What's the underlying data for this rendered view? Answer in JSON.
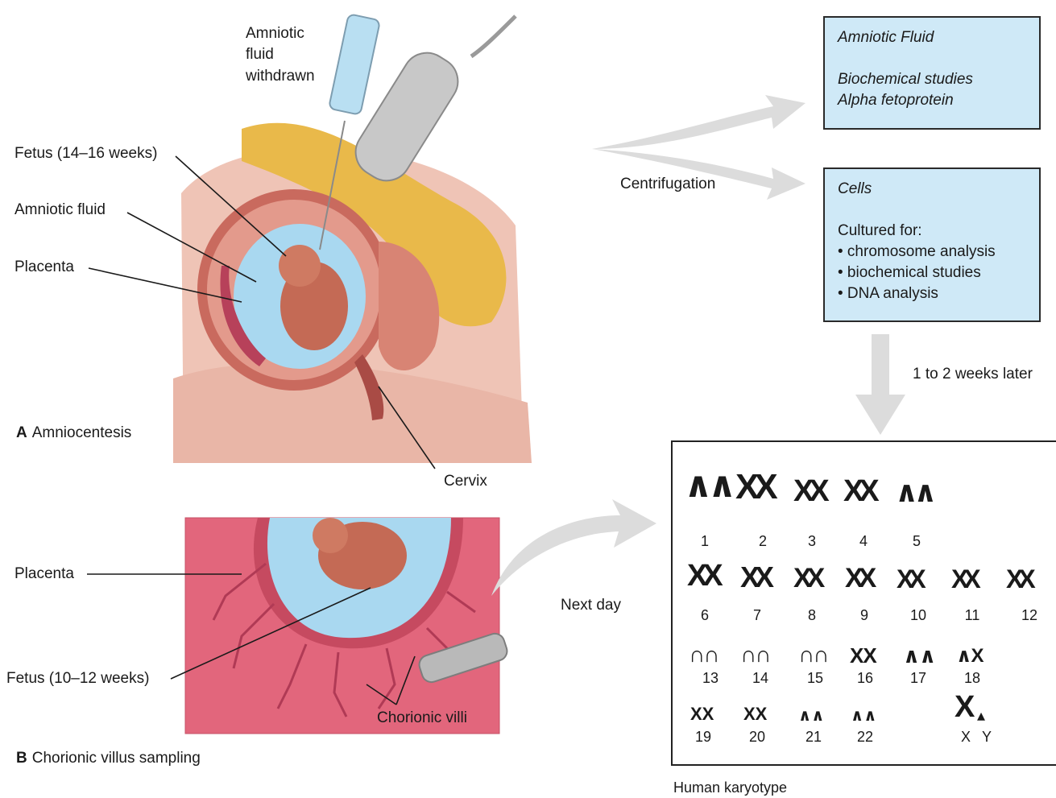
{
  "panel_a": {
    "letter": "A",
    "title": "Amniocentesis",
    "labels": {
      "withdrawn_line1": "Amniotic",
      "withdrawn_line2": "fluid",
      "withdrawn_line3": "withdrawn",
      "fetus": "Fetus (14–16 weeks)",
      "amniotic_fluid": "Amniotic fluid",
      "placenta": "Placenta",
      "cervix": "Cervix"
    }
  },
  "panel_b": {
    "letter": "B",
    "title": "Chorionic villus sampling",
    "labels": {
      "placenta": "Placenta",
      "fetus": "Fetus (10–12 weeks)",
      "chorionic_villi": "Chorionic villi"
    }
  },
  "flow": {
    "centrifugation": "Centrifugation",
    "weeks_later": "1 to 2 weeks later",
    "next_day": "Next day"
  },
  "fluid_box": {
    "title": "Amniotic Fluid",
    "line1": "Biochemical studies",
    "line2": "Alpha fetoprotein"
  },
  "cells_box": {
    "title": "Cells",
    "intro": "Cultured for:",
    "items": [
      "• chromosome analysis",
      "• biochemical studies",
      "• DNA analysis"
    ]
  },
  "karyotype": {
    "caption": "Human karyotype",
    "rows": [
      [
        "1",
        "2",
        "3",
        "4",
        "5"
      ],
      [
        "6",
        "7",
        "8",
        "9",
        "10",
        "11",
        "12"
      ],
      [
        "13",
        "14",
        "15",
        "16",
        "17",
        "18"
      ],
      [
        "19",
        "20",
        "21",
        "22",
        "X",
        "Y"
      ]
    ]
  },
  "colors": {
    "box_fill": "#cfe9f7",
    "tissue_pink": "#e8a79a",
    "uterus_red": "#c96a5e",
    "fat_yellow": "#e9b94a",
    "fluid_blue": "#a9d8f0",
    "villus_bg": "#e2667c",
    "arrow_gray": "#d9d9d9"
  }
}
